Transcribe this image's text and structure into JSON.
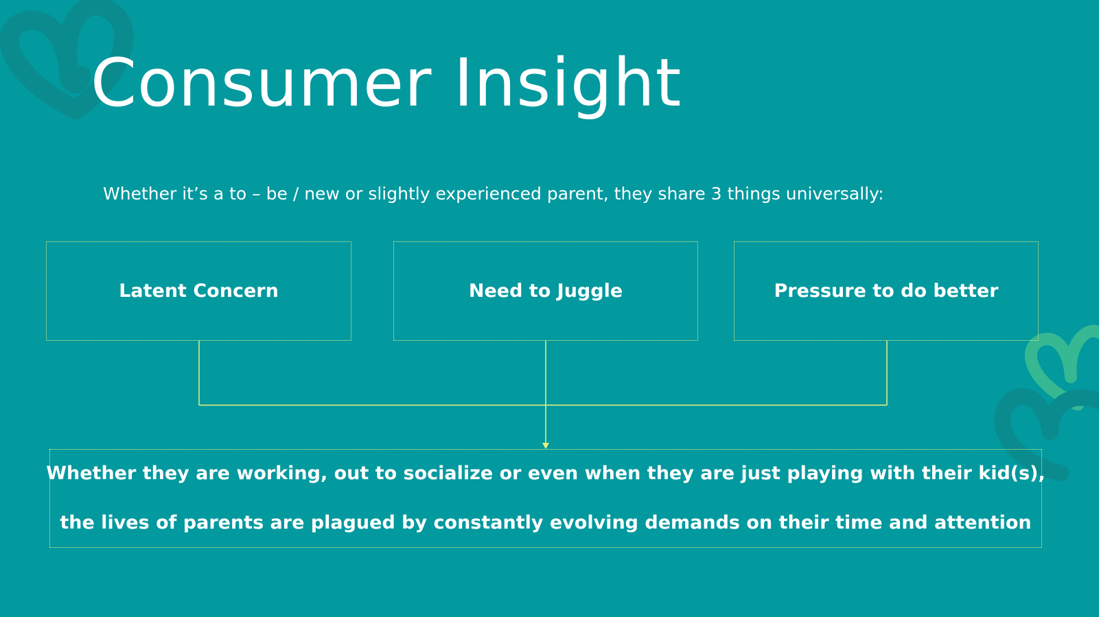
{
  "colors": {
    "background": "#02999F",
    "text": "#FFFFFF",
    "accent": "#E9F27C",
    "decor_dark": "#0A8C8F",
    "decor_light": "#36B893"
  },
  "slide": {
    "title": "Consumer Insight",
    "subtitle": "Whether it’s a to – be / new or slightly experienced parent, they share 3 things universally:",
    "things": [
      {
        "label": "Latent Concern"
      },
      {
        "label": "Need to Juggle"
      },
      {
        "label": "Pressure to do better"
      }
    ],
    "insight": {
      "line1": "Whether they are working, out to socialize or even when they are just playing with their kid(s),",
      "line2": "the lives of parents are plagued by constantly evolving demands on their time and attention"
    }
  },
  "decorations": [
    "heart-icon",
    "heart-icon",
    "heart-icon"
  ]
}
